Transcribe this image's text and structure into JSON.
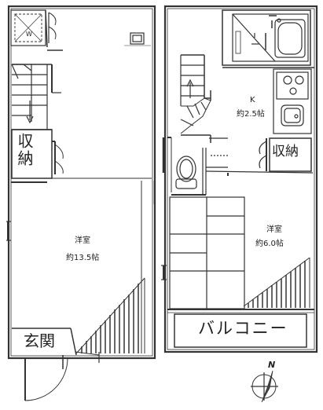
{
  "rooms": {
    "floor1_western": {
      "name": "洋室",
      "size": "約13.5帖"
    },
    "floor1_storage": {
      "name": "収納"
    },
    "entrance": {
      "name": "玄関"
    },
    "floor1_washer": {
      "name": "W"
    },
    "floor2_kitchen": {
      "name": "K",
      "size": "約2.5帖"
    },
    "floor2_storage": {
      "name": "収納"
    },
    "floor2_western": {
      "name": "洋室",
      "size": "約6.0帖"
    },
    "balcony": {
      "name": "バルコニー"
    }
  },
  "compass": {
    "label": "N"
  }
}
